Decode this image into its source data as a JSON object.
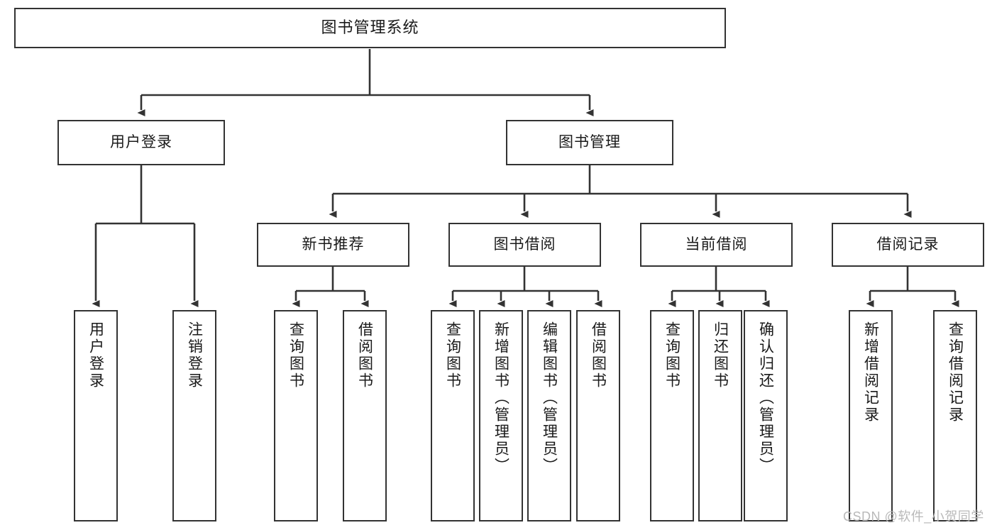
{
  "diagram": {
    "title": "图书管理系统",
    "watermark": "CSDN @软件_小贺同学",
    "line_color": "#333333",
    "box_fill": "#ffffff",
    "text_color": "#1a1a1a",
    "watermark_color": "#b9b9b9"
  },
  "nodes": {
    "root": {
      "label": "图书管理系统"
    },
    "level2": [
      {
        "label": "用户登录"
      },
      {
        "label": "图书管理"
      }
    ],
    "level3": [
      {
        "label": "新书推荐"
      },
      {
        "label": "图书借阅"
      },
      {
        "label": "当前借阅"
      },
      {
        "label": "借阅记录"
      }
    ],
    "leaves_user_login": [
      {
        "label": "用户登录"
      },
      {
        "label": "注销登录"
      }
    ],
    "leaves_new_book": [
      {
        "label": "查询图书"
      },
      {
        "label": "借阅图书"
      }
    ],
    "leaves_borrow": [
      {
        "label": "查询图书"
      },
      {
        "label": "新增图书（管理员）"
      },
      {
        "label": "编辑图书（管理员）"
      },
      {
        "label": "借阅图书"
      }
    ],
    "leaves_current": [
      {
        "label": "查询图书"
      },
      {
        "label": "归还图书"
      },
      {
        "label": "确认归还（管理员）"
      }
    ],
    "leaves_record": [
      {
        "label": "新增借阅记录"
      },
      {
        "label": "查询借阅记录"
      }
    ]
  }
}
